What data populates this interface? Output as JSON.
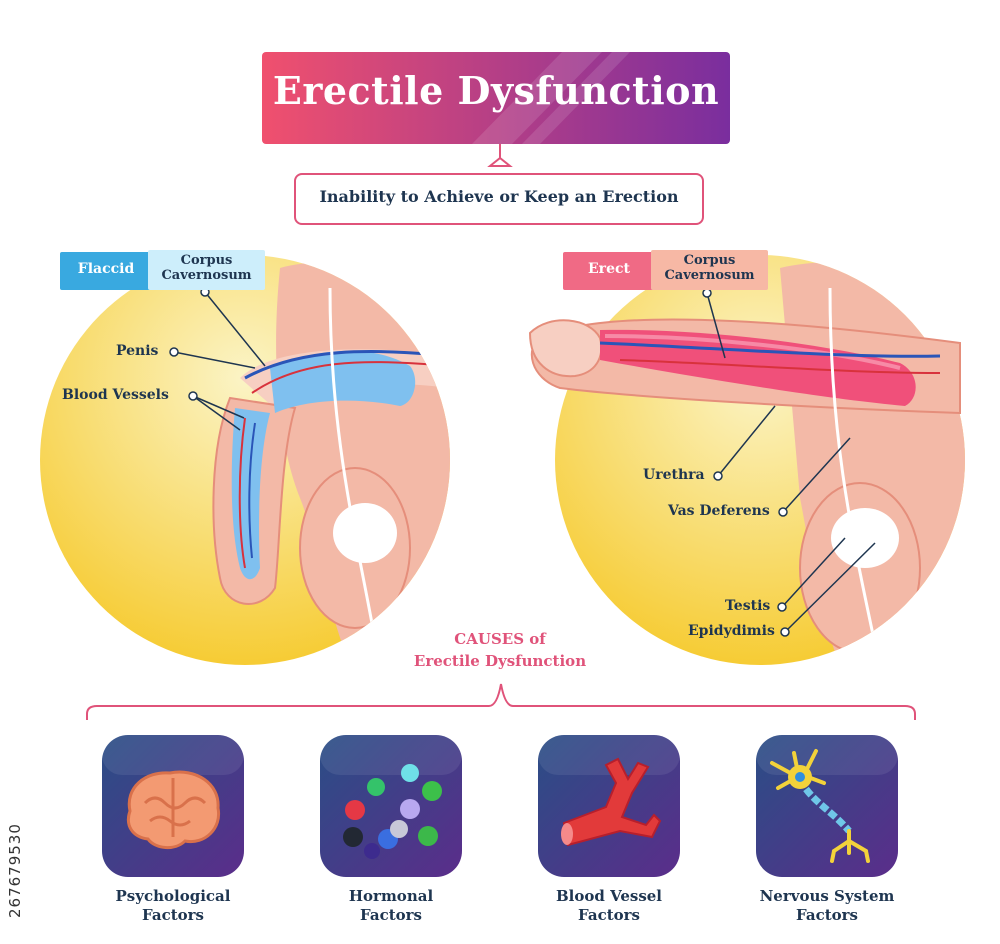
{
  "title": "Erectile Dysfunction",
  "subtitle": "Inability to Achieve or Keep an Erection",
  "flaccid_panel": {
    "tag": "Flaccid",
    "corpus_line1": "Corpus",
    "corpus_line2": "Cavernosum",
    "labels": {
      "penis": "Penis",
      "blood_vessels": "Blood Vessels"
    }
  },
  "erect_panel": {
    "tag": "Erect",
    "corpus_line1": "Corpus",
    "corpus_line2": "Cavernosum",
    "labels": {
      "urethra": "Urethra",
      "vas_deferens": "Vas Deferens",
      "testis": "Testis",
      "epididymis": "Epidydimis"
    }
  },
  "causes_heading": {
    "line1": "CAUSES of",
    "line2": "Erectile Dysfunction"
  },
  "causes": [
    {
      "line1": "Psychological",
      "line2": "Factors",
      "icon": "brain-icon"
    },
    {
      "line1": "Hormonal",
      "line2": "Factors",
      "icon": "hormone-molecules-icon"
    },
    {
      "line1": "Blood Vessel",
      "line2": "Factors",
      "icon": "blood-vessel-icon"
    },
    {
      "line1": "Nervous System",
      "line2": "Factors",
      "icon": "neuron-icon"
    }
  ],
  "stock_id": "267679530",
  "colors": {
    "banner_start": "#f0506e",
    "banner_end": "#7a2e9e",
    "accent_pink": "#e0537a",
    "text_navy": "#1e3550",
    "circle_yellow": "#f6cf3a",
    "skin": "#f3b9a7",
    "flaccid_tag": "#39a9e0",
    "erect_tag": "#f06a85",
    "icon_tile": "#1e3a6e"
  }
}
